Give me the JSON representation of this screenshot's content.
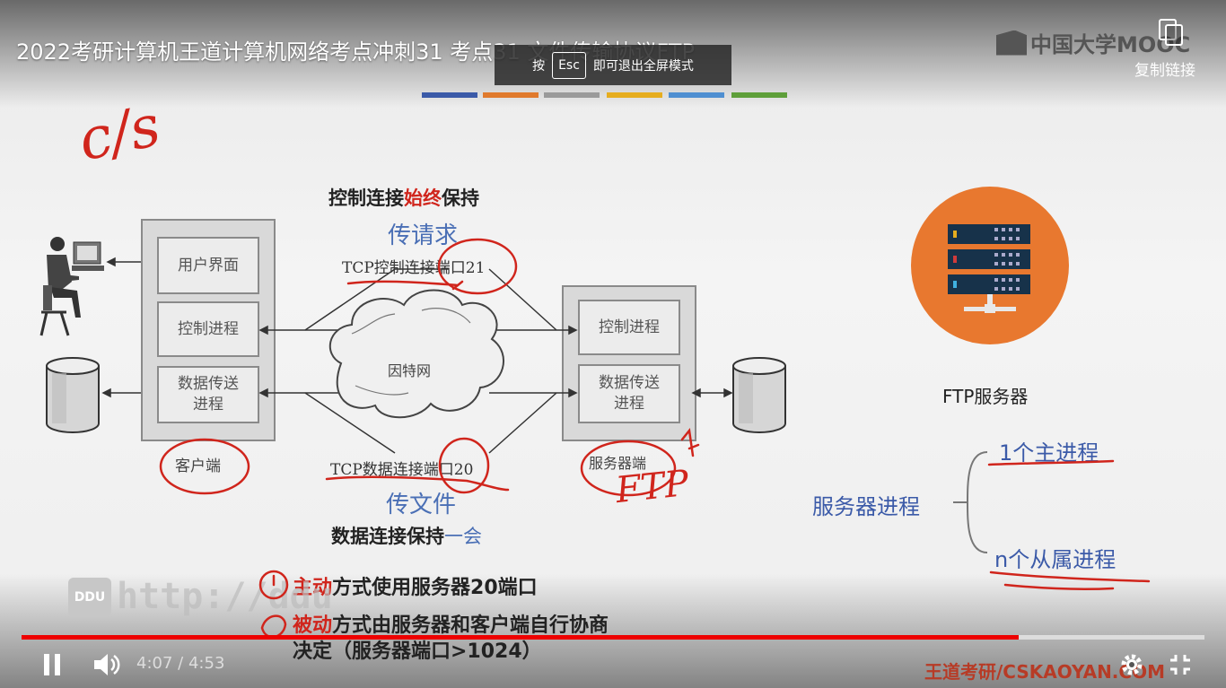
{
  "video": {
    "title": "2022考研计算机王道计算机网络考点冲刺31 考点31 文件传输协议FTP",
    "brand": "中国大学MOOC",
    "copy_link_label": "复制链接",
    "esc_toast": {
      "prefix": "按",
      "key": "Esc",
      "suffix": "即可退出全屏模式"
    },
    "accent_colors": [
      "#3b5aa8",
      "#e07a2d",
      "#9a9a9a",
      "#e6ad1f",
      "#4f8fd1",
      "#5e9f3a"
    ]
  },
  "slide": {
    "heading_top": {
      "a": "控制连接",
      "b": "始终",
      "c": "保持"
    },
    "client": {
      "ui_label": "用户界面",
      "ctrl_label": "控制进程",
      "data_label_1": "数据传送",
      "data_label_2": "进程",
      "caption": "客户端"
    },
    "internet_label": "因特网",
    "tcp_ctrl_label": "TCP控制连接端口21",
    "tcp_data_label": "TCP数据连接端口20",
    "server": {
      "ctrl_label": "控制进程",
      "data_label_1": "数据传送",
      "data_label_2": "进程",
      "caption": "服务器端"
    },
    "heading_bottom": {
      "a": "数据连接保持",
      "b": "一会"
    },
    "ftp_server_label": "FTP服务器",
    "server_process_label": "服务器进程",
    "main_process": "1个主进程",
    "slave_processes": "n个从属进程",
    "note1": {
      "a": "主动",
      "b": "方式使用服务器20端口"
    },
    "note2": {
      "a": "被动",
      "b": "方式由服务器和客户端自行协商"
    },
    "note3": "决定（服务器端口>1024）",
    "handwriting": {
      "cs": "c/s",
      "request": "传请求",
      "file": "传文件",
      "ftp": "FTP"
    },
    "watermark_url": "http://ddu",
    "watermark_badge": "DDU",
    "watermark_bottom": "王道考研/CSKAOYAN.COM"
  },
  "player": {
    "current_time": "4:07",
    "separator": "/",
    "duration": "4:53",
    "progress_fraction": 0.843
  }
}
